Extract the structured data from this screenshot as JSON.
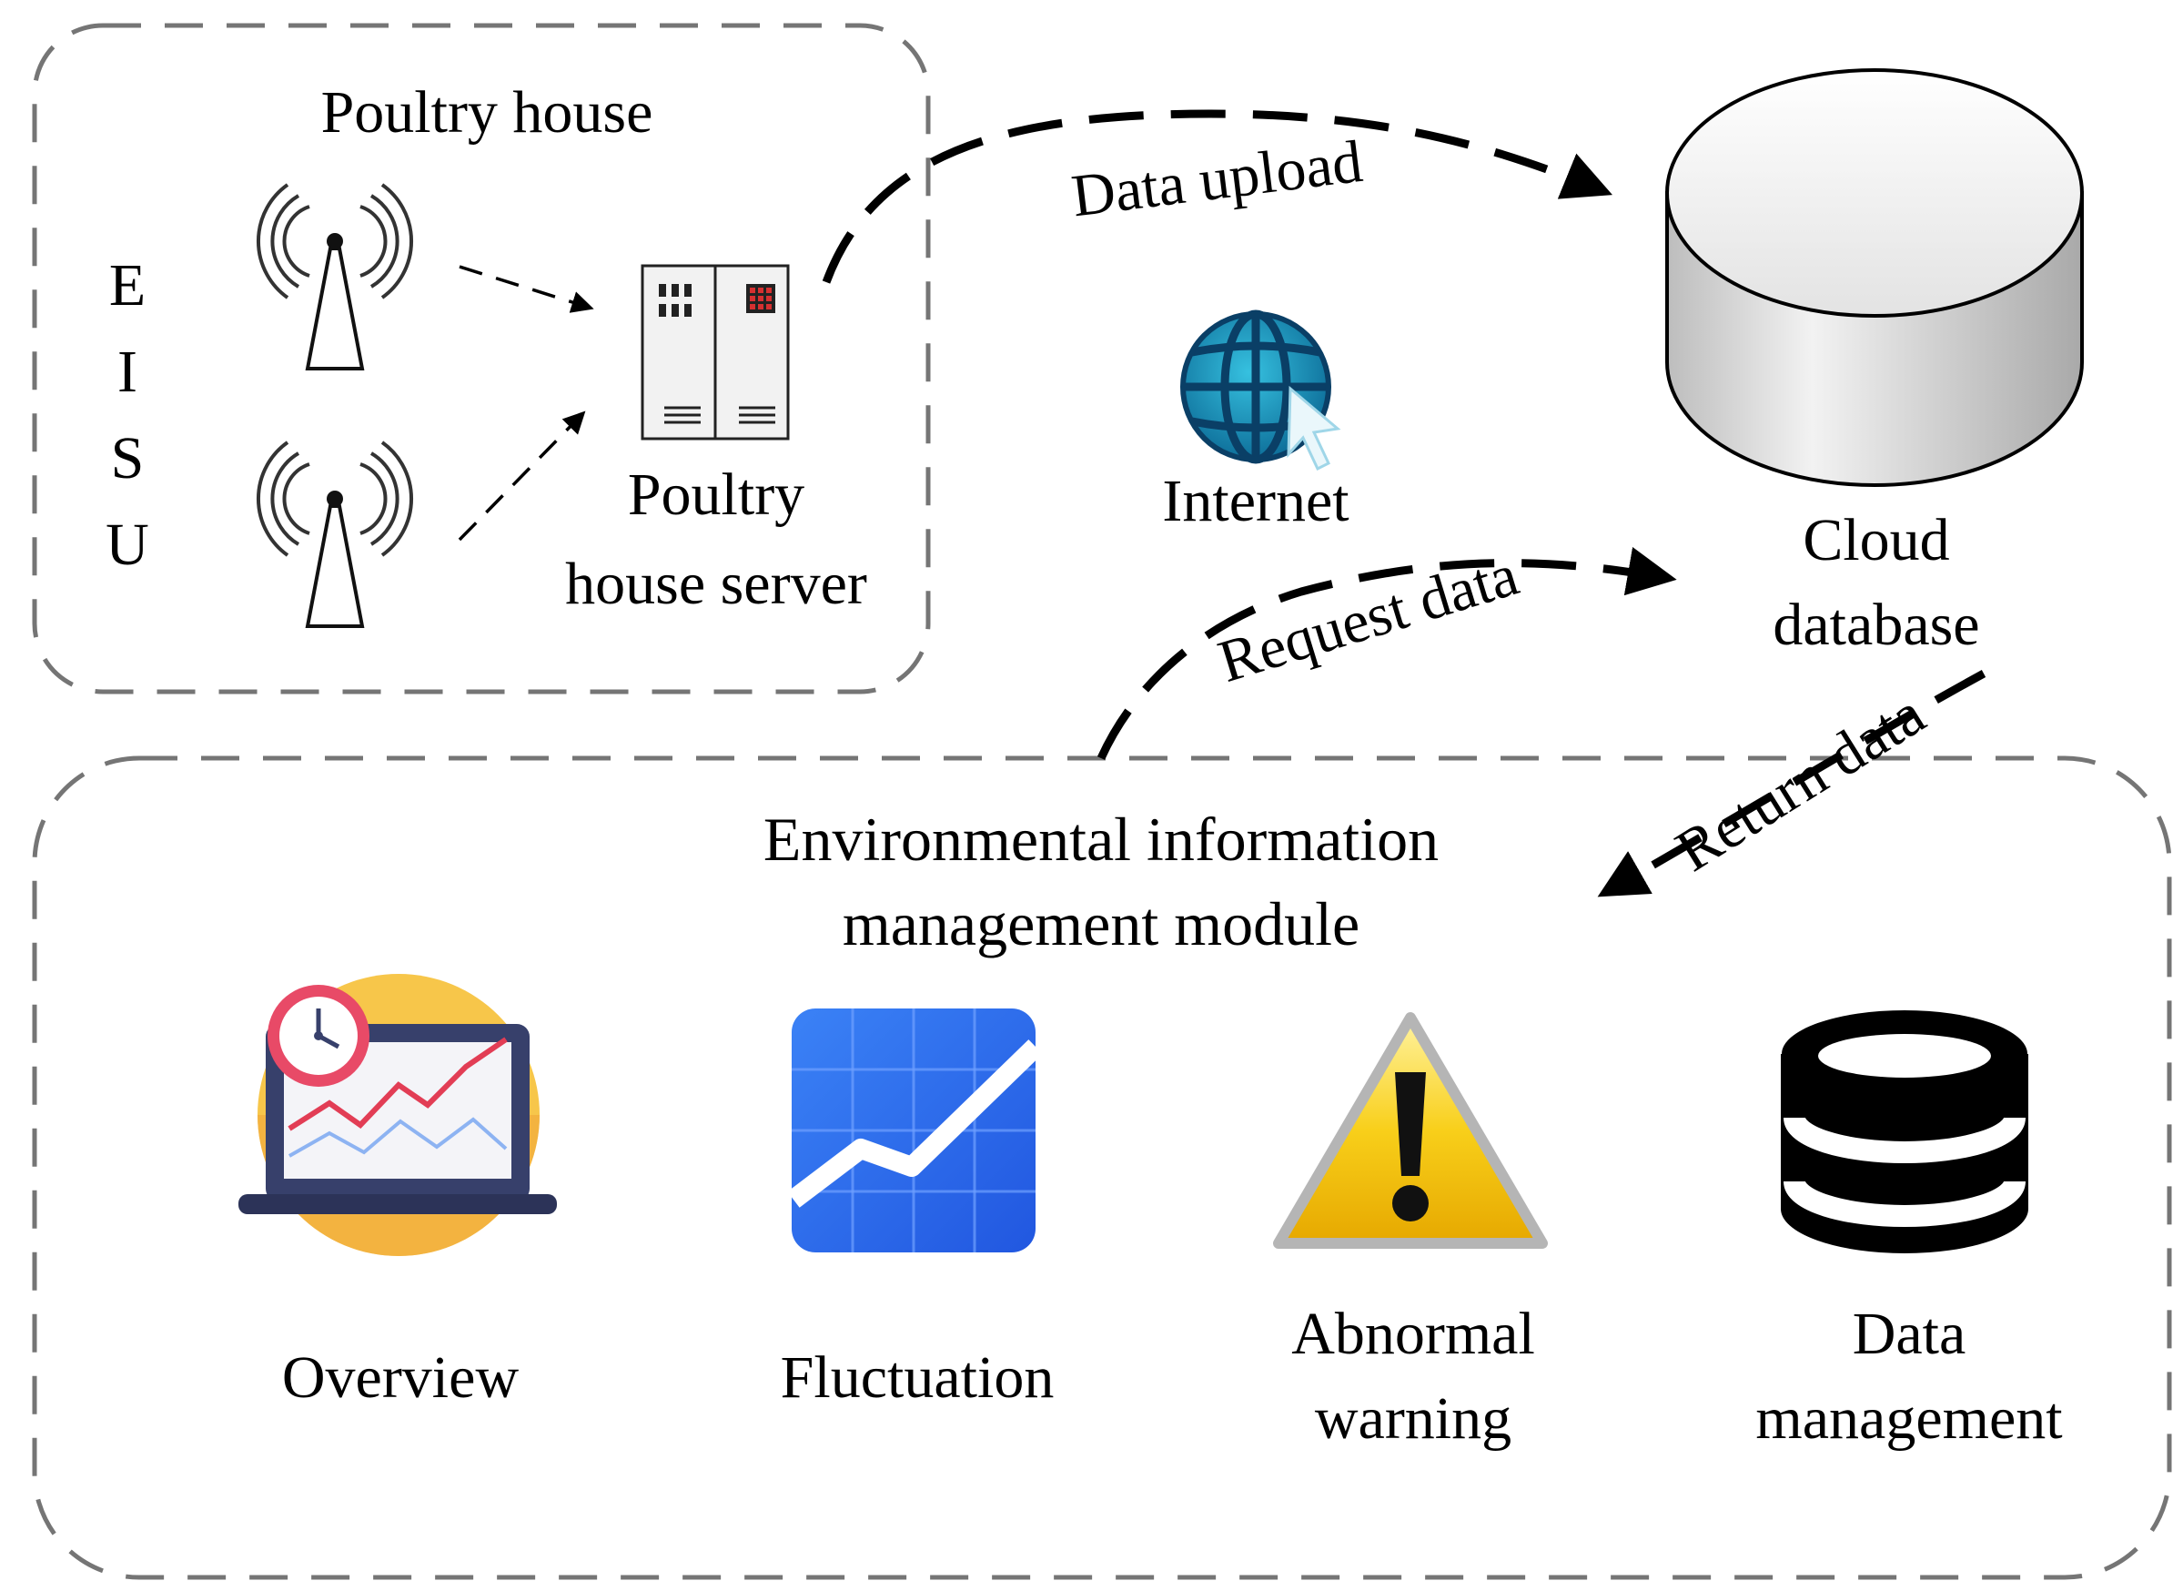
{
  "poultry_house": {
    "title": "Poultry house",
    "eisu_letters": [
      "E",
      "I",
      "S",
      "U"
    ],
    "server_label_line1": "Poultry",
    "server_label_line2": "house server"
  },
  "network": {
    "data_upload_label": "Data upload",
    "internet_label": "Internet",
    "request_data_label": "Request data",
    "return_data_label": "Return data"
  },
  "cloud": {
    "label_line1": "Cloud",
    "label_line2": "database"
  },
  "module": {
    "title_line1": "Environmental information",
    "title_line2": "management module",
    "items": [
      {
        "label_line1": "Overview",
        "label_line2": "",
        "icon": "monitor-chart-clock-icon"
      },
      {
        "label_line1": "Fluctuation",
        "label_line2": "",
        "icon": "line-chart-icon"
      },
      {
        "label_line1": "Abnormal",
        "label_line2": "warning",
        "icon": "warning-triangle-icon"
      },
      {
        "label_line1": "Data",
        "label_line2": "management",
        "icon": "database-icon"
      }
    ]
  },
  "colors": {
    "frame_dash": "#757575",
    "arrow": "#000000",
    "clock_red": "#e84a67",
    "monitor_navy": "#37406b",
    "chart_red": "#e23d55",
    "chart_blue": "#3a6ff5",
    "globe_teal": "#1a8fb8",
    "warning_yellow": "#f5c400"
  }
}
